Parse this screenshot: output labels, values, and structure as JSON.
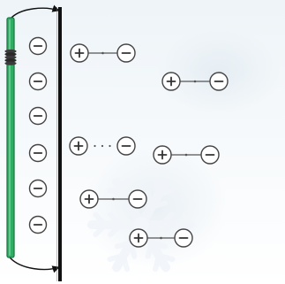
{
  "colors": {
    "background_top": "#eef4f8",
    "background_bottom": "#ffffff",
    "rod": "#2fae63",
    "rod_dark": "#1f7a46",
    "plate": "#111111",
    "charge_outline": "#444444",
    "charge_fill": "#ffffff",
    "bond": "#555555",
    "snowflake": "#f2f6fa"
  },
  "icons": {
    "rod": "charged-rod",
    "negative": "negative-charge-icon",
    "positive": "positive-charge-icon",
    "dipole": "dipole-pair",
    "wall": "vertical-plate",
    "arrow": "curved-arrow",
    "snowflake": "snowflake-icon"
  },
  "diagram": {
    "negative_charges": [
      "neg-1",
      "neg-2",
      "neg-3",
      "neg-4",
      "neg-5",
      "neg-6"
    ],
    "dipoles": [
      {
        "id": "d1",
        "bond": "solid"
      },
      {
        "id": "d2",
        "bond": "solid"
      },
      {
        "id": "d3",
        "bond": "dotted"
      },
      {
        "id": "d4",
        "bond": "solid"
      },
      {
        "id": "d5",
        "bond": "solid"
      },
      {
        "id": "d6",
        "bond": "solid"
      }
    ]
  }
}
